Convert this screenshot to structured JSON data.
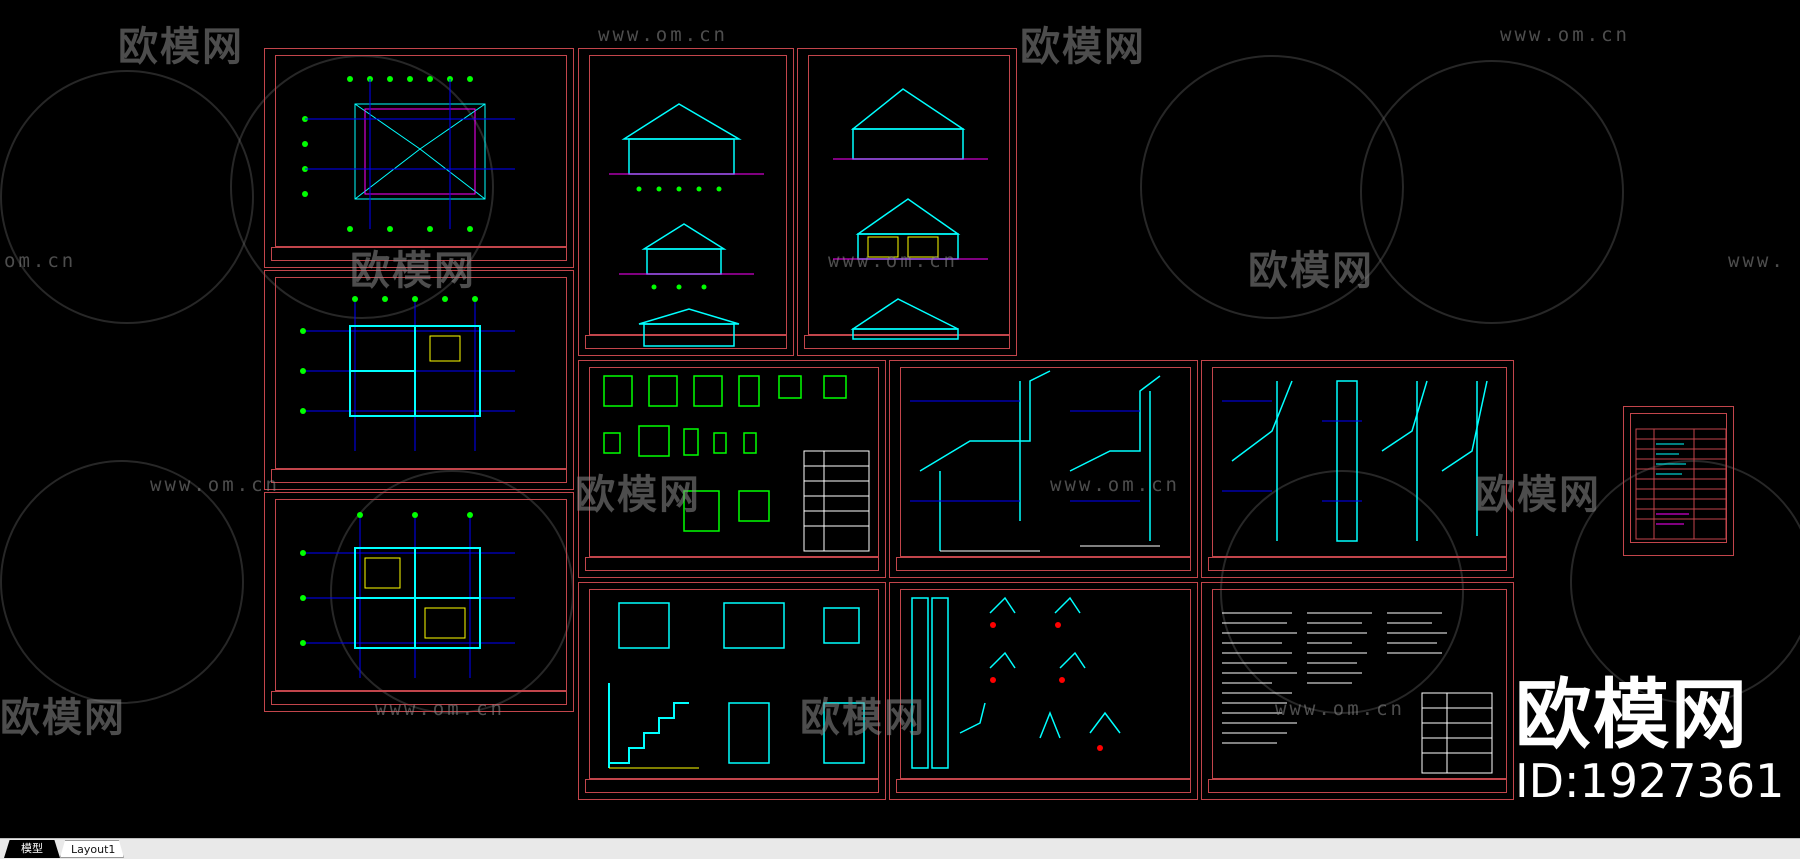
{
  "watermark": {
    "logo_text": "欧模网",
    "url_text": "www.om.cn",
    "url_fragment": "om.cn",
    "url_prefix_fragment": "www."
  },
  "brand": {
    "title": "欧模网",
    "id_label": "ID:1927361"
  },
  "tabs": [
    {
      "label": "模型",
      "active": true
    },
    {
      "label": "Layout1",
      "active": false
    }
  ],
  "colors": {
    "background": "#000000",
    "sheet_border": "#c2454b",
    "drawing_cyan": "#00ffff",
    "drawing_blue": "#0000ff",
    "drawing_green": "#00ff00",
    "drawing_magenta": "#ff00ff"
  }
}
